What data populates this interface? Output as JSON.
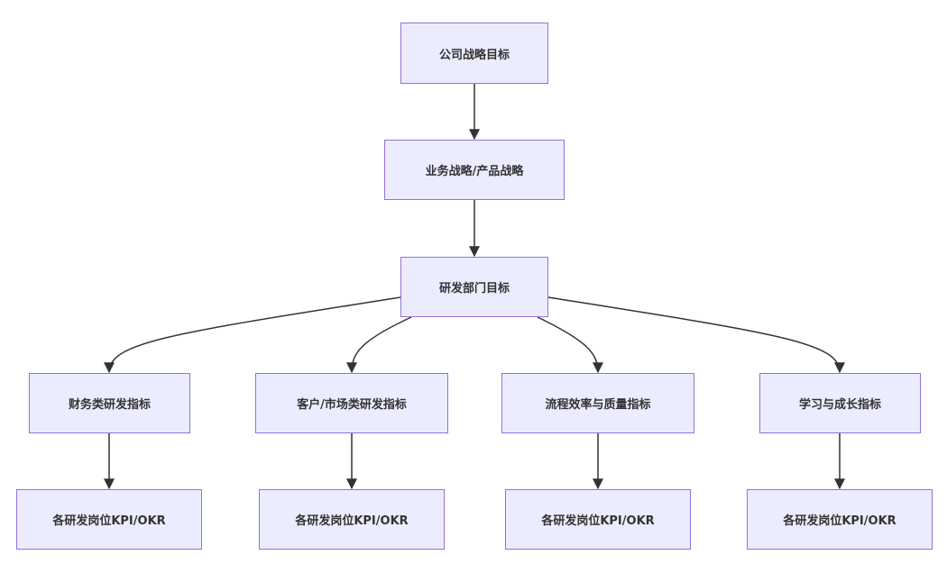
{
  "colors": {
    "node_fill": "#ececff",
    "node_border": "#9370db",
    "edge": "#333333",
    "text": "#333333"
  },
  "nodes": {
    "company_goal": "公司战略目标",
    "business_strategy": "业务战略/产品战略",
    "rd_goal": "研发部门目标",
    "financial": "财务类研发指标",
    "customer": "客户/市场类研发指标",
    "process": "流程效率与质量指标",
    "learning": "学习与成长指标",
    "kpi_financial": "各研发岗位KPI/OKR",
    "kpi_customer": "各研发岗位KPI/OKR",
    "kpi_process": "各研发岗位KPI/OKR",
    "kpi_learning": "各研发岗位KPI/OKR"
  },
  "edges": [
    {
      "from": "company_goal",
      "to": "business_strategy"
    },
    {
      "from": "business_strategy",
      "to": "rd_goal"
    },
    {
      "from": "rd_goal",
      "to": "financial"
    },
    {
      "from": "rd_goal",
      "to": "customer"
    },
    {
      "from": "rd_goal",
      "to": "process"
    },
    {
      "from": "rd_goal",
      "to": "learning"
    },
    {
      "from": "financial",
      "to": "kpi_financial"
    },
    {
      "from": "customer",
      "to": "kpi_customer"
    },
    {
      "from": "process",
      "to": "kpi_process"
    },
    {
      "from": "learning",
      "to": "kpi_learning"
    }
  ]
}
